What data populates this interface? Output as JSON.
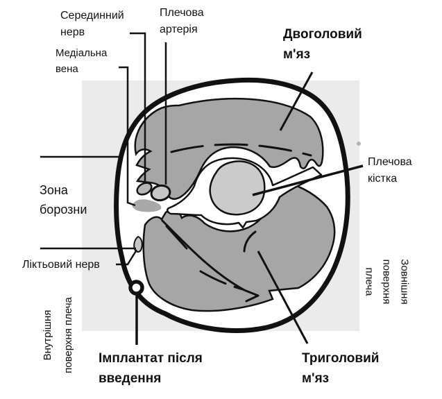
{
  "diagram": {
    "labels": {
      "median_nerve": "Серединний\nнерв",
      "brachial_artery": "Плечова\nартерія",
      "biceps": "Двоголовий\nм'яз",
      "medial_vein": "Медіальна\nвена",
      "humerus": "Плечова\nкістка",
      "groove_zone": "Зона\nборозни",
      "ulnar_nerve": "Ліктьовий нерв",
      "inner_surface": "Внутрішня\nповерхня плеча",
      "outer_surface": "Зовнішня\nповерхня плеча",
      "implant": "Імплантат після\nвведення",
      "triceps": "Триголовий\nм'яз"
    },
    "colors": {
      "outline": "#111111",
      "muscle": "#a6a6a6",
      "bone": "#cbcbcb",
      "panel": "#ebebeb",
      "vessel_dark": "#b6b6b6",
      "vessel_light": "#c6c6c6",
      "vein": "#a9a9a9"
    }
  }
}
